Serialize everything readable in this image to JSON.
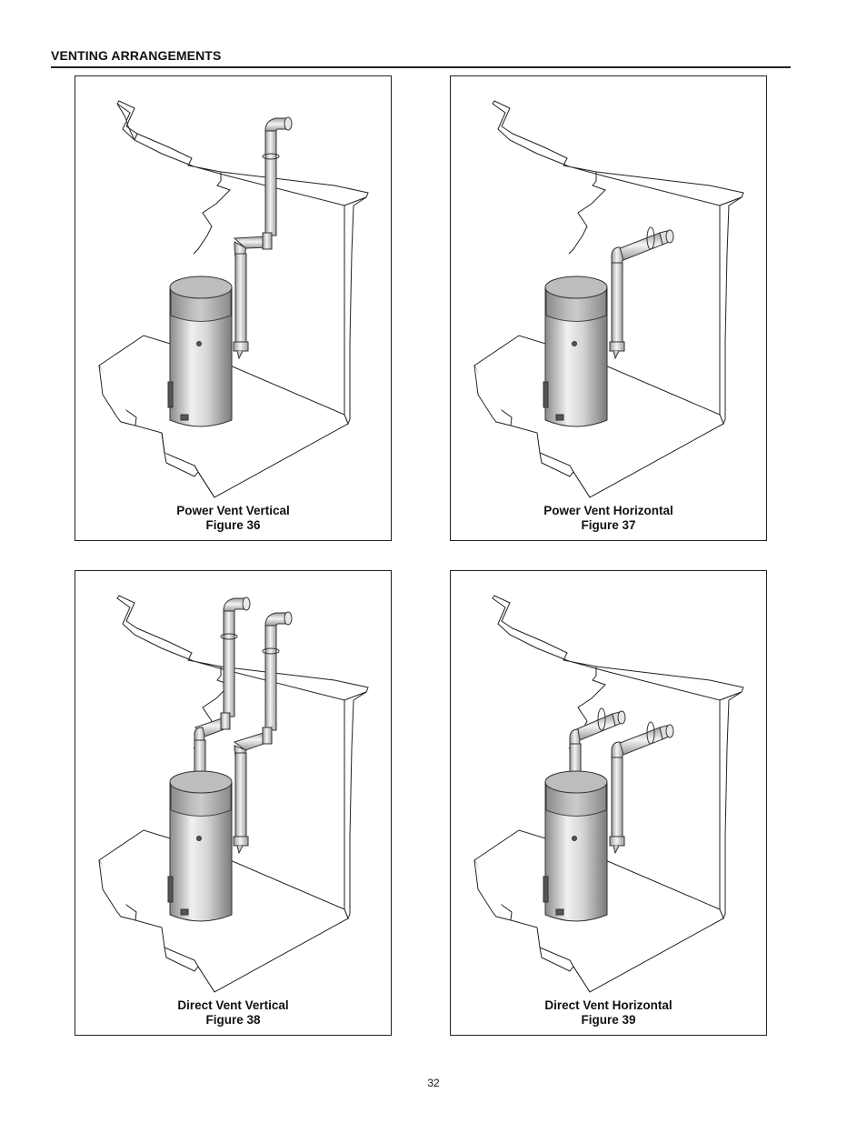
{
  "page": {
    "section_title": "VENTING ARRANGEMENTS",
    "page_number": "32"
  },
  "figures": [
    {
      "caption": "Power Vent Vertical",
      "figure_label": "Figure 36",
      "vent_type": "power",
      "termination": "vertical"
    },
    {
      "caption": "Power Vent Horizontal",
      "figure_label": "Figure 37",
      "vent_type": "power",
      "termination": "horizontal"
    },
    {
      "caption": "Direct Vent Vertical",
      "figure_label": "Figure 38",
      "vent_type": "direct",
      "termination": "vertical"
    },
    {
      "caption": "Direct Vent Horizontal",
      "figure_label": "Figure 39",
      "vent_type": "direct",
      "termination": "horizontal"
    }
  ],
  "colors": {
    "line": "#222222",
    "pipe_light": "#f2f2f2",
    "pipe_dark": "#9a9a9a",
    "heater_light": "#e6e6e6",
    "heater_dark": "#7a7a7a"
  }
}
